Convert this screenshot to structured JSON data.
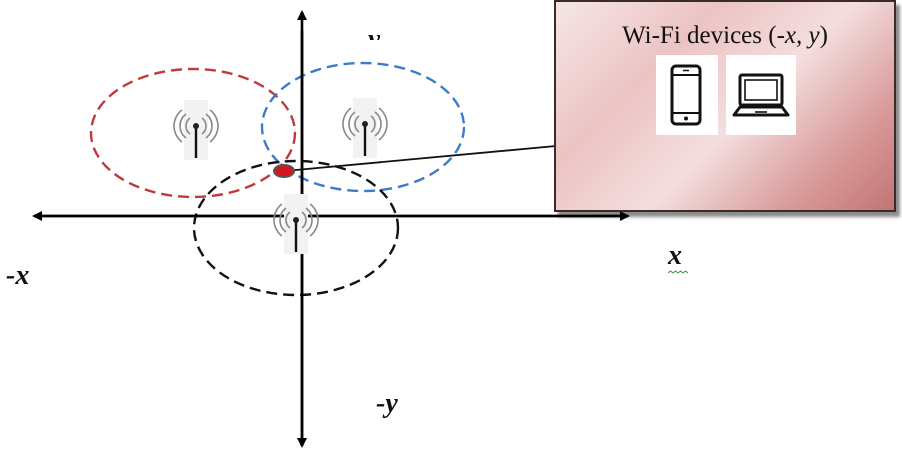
{
  "axes": {
    "pos_x_label": "x",
    "neg_x_label": "-x",
    "pos_y_label": "y",
    "neg_y_label": "-y"
  },
  "panel": {
    "title_prefix": "Wi-Fi devices (",
    "title_coords": "-x, y",
    "title_suffix": ")",
    "devices": [
      {
        "icon": "smartphone-icon"
      },
      {
        "icon": "laptop-icon"
      }
    ]
  },
  "access_points": [
    {
      "icon": "wifi-antenna-icon",
      "circle_color": "#c0393b"
    },
    {
      "icon": "wifi-antenna-icon",
      "circle_color": "#3d7cc9"
    },
    {
      "icon": "wifi-antenna-icon",
      "circle_color": "#111111"
    }
  ],
  "colors": {
    "intersection_marker": "#d4151b",
    "panel_gradient_dark": "#c27474",
    "panel_gradient_light": "#f6e6e6"
  }
}
